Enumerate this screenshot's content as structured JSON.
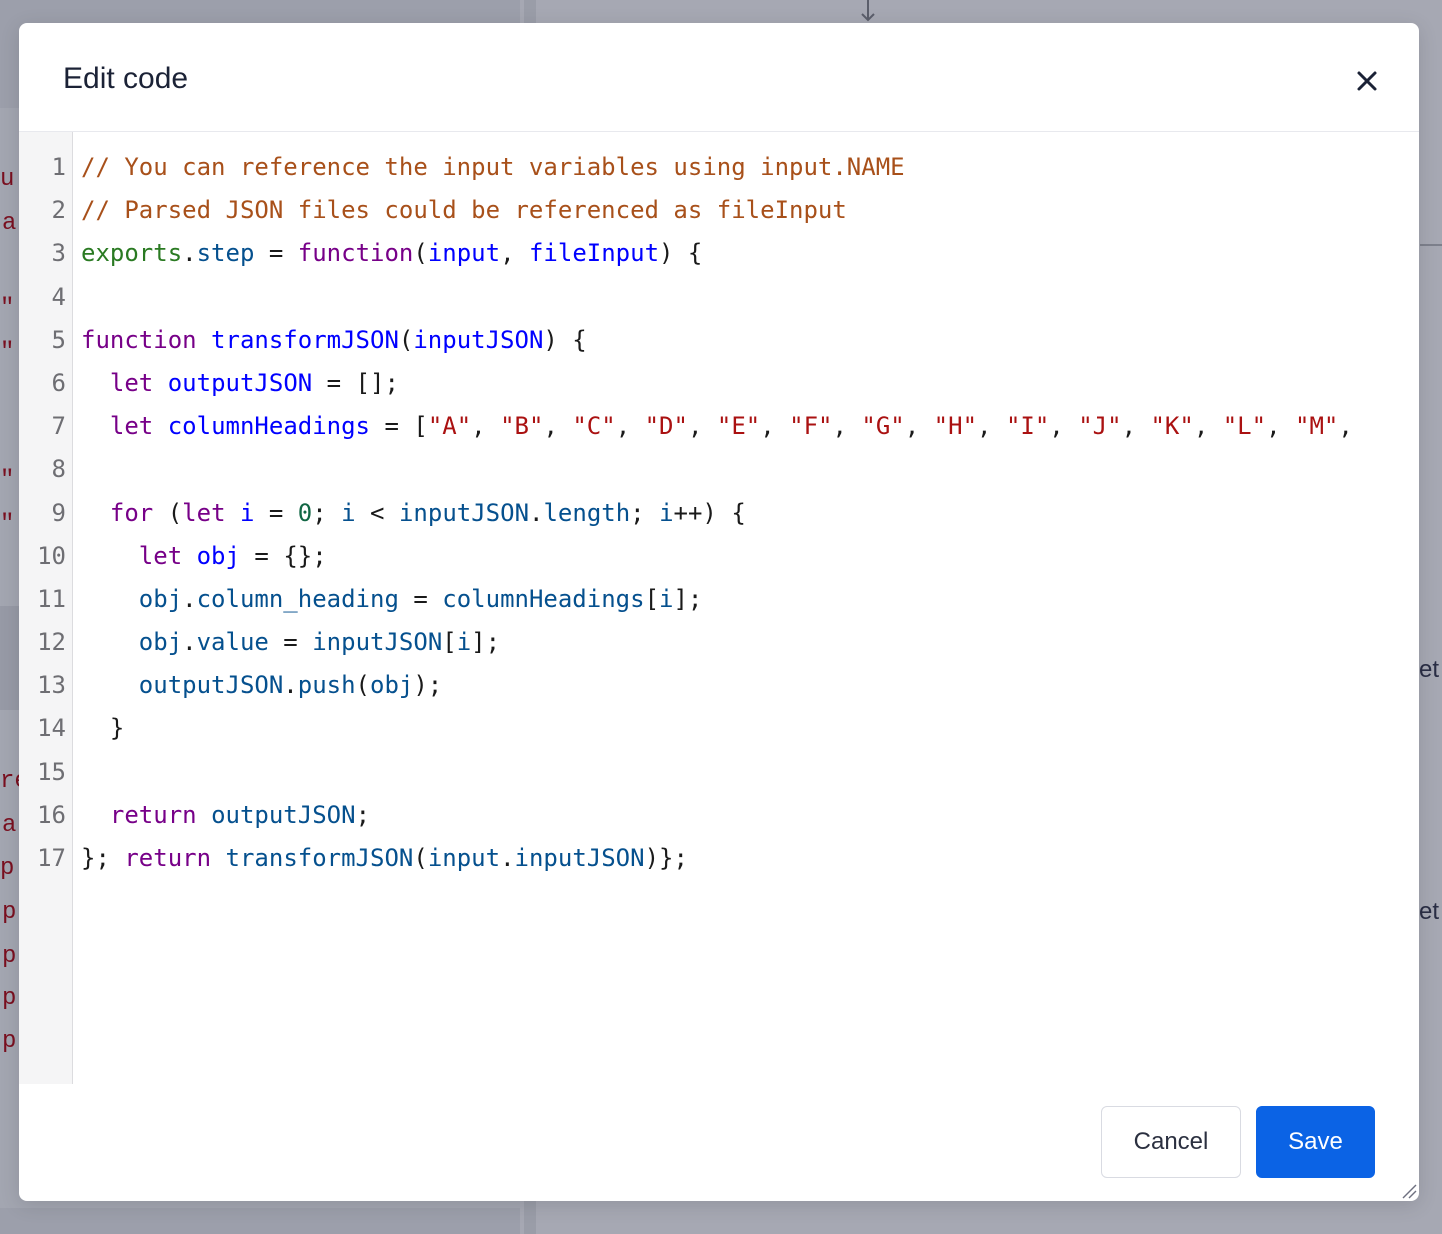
{
  "background": {
    "fragments_left": [
      "u",
      "a",
      "\"",
      "\"",
      "\"",
      "\"",
      "re",
      "a",
      "p",
      "p",
      "p",
      "p",
      "p"
    ],
    "fragments_right": [
      "et",
      "et"
    ]
  },
  "modal": {
    "title": "Edit code",
    "close_icon": "close-icon",
    "editor": {
      "line_numbers": [
        "1",
        "2",
        "3",
        "4",
        "5",
        "6",
        "7",
        "8",
        "9",
        "10",
        "11",
        "12",
        "13",
        "14",
        "15",
        "16",
        "17"
      ],
      "lines": [
        [
          {
            "c": "comment",
            "t": "// You can reference the input variables using input.NAME"
          }
        ],
        [
          {
            "c": "comment",
            "t": "// Parsed JSON files could be referenced as fileInput"
          }
        ],
        [
          {
            "c": "builtin",
            "t": "exports"
          },
          {
            "c": "plain",
            "t": "."
          },
          {
            "c": "prop",
            "t": "step"
          },
          {
            "c": "plain",
            "t": " = "
          },
          {
            "c": "kw",
            "t": "function"
          },
          {
            "c": "plain",
            "t": "("
          },
          {
            "c": "def",
            "t": "input"
          },
          {
            "c": "plain",
            "t": ", "
          },
          {
            "c": "def",
            "t": "fileInput"
          },
          {
            "c": "plain",
            "t": ") {"
          }
        ],
        [
          {
            "c": "plain",
            "t": " "
          }
        ],
        [
          {
            "c": "kw",
            "t": "function"
          },
          {
            "c": "plain",
            "t": " "
          },
          {
            "c": "def",
            "t": "transformJSON"
          },
          {
            "c": "plain",
            "t": "("
          },
          {
            "c": "def",
            "t": "inputJSON"
          },
          {
            "c": "plain",
            "t": ") {"
          }
        ],
        [
          {
            "c": "plain",
            "t": "  "
          },
          {
            "c": "kw",
            "t": "let"
          },
          {
            "c": "plain",
            "t": " "
          },
          {
            "c": "def",
            "t": "outputJSON"
          },
          {
            "c": "plain",
            "t": " = [];"
          }
        ],
        [
          {
            "c": "plain",
            "t": "  "
          },
          {
            "c": "kw",
            "t": "let"
          },
          {
            "c": "plain",
            "t": " "
          },
          {
            "c": "def",
            "t": "columnHeadings"
          },
          {
            "c": "plain",
            "t": " = ["
          },
          {
            "c": "str",
            "t": "\"A\""
          },
          {
            "c": "plain",
            "t": ", "
          },
          {
            "c": "str",
            "t": "\"B\""
          },
          {
            "c": "plain",
            "t": ", "
          },
          {
            "c": "str",
            "t": "\"C\""
          },
          {
            "c": "plain",
            "t": ", "
          },
          {
            "c": "str",
            "t": "\"D\""
          },
          {
            "c": "plain",
            "t": ", "
          },
          {
            "c": "str",
            "t": "\"E\""
          },
          {
            "c": "plain",
            "t": ", "
          },
          {
            "c": "str",
            "t": "\"F\""
          },
          {
            "c": "plain",
            "t": ", "
          },
          {
            "c": "str",
            "t": "\"G\""
          },
          {
            "c": "plain",
            "t": ", "
          },
          {
            "c": "str",
            "t": "\"H\""
          },
          {
            "c": "plain",
            "t": ", "
          },
          {
            "c": "str",
            "t": "\"I\""
          },
          {
            "c": "plain",
            "t": ", "
          },
          {
            "c": "str",
            "t": "\"J\""
          },
          {
            "c": "plain",
            "t": ", "
          },
          {
            "c": "str",
            "t": "\"K\""
          },
          {
            "c": "plain",
            "t": ", "
          },
          {
            "c": "str",
            "t": "\"L\""
          },
          {
            "c": "plain",
            "t": ", "
          },
          {
            "c": "str",
            "t": "\"M\""
          },
          {
            "c": "plain",
            "t": ","
          }
        ],
        [
          {
            "c": "plain",
            "t": " "
          }
        ],
        [
          {
            "c": "plain",
            "t": "  "
          },
          {
            "c": "kw",
            "t": "for"
          },
          {
            "c": "plain",
            "t": " ("
          },
          {
            "c": "kw",
            "t": "let"
          },
          {
            "c": "plain",
            "t": " "
          },
          {
            "c": "def",
            "t": "i"
          },
          {
            "c": "plain",
            "t": " = "
          },
          {
            "c": "num",
            "t": "0"
          },
          {
            "c": "plain",
            "t": "; "
          },
          {
            "c": "var",
            "t": "i"
          },
          {
            "c": "plain",
            "t": " < "
          },
          {
            "c": "var",
            "t": "inputJSON"
          },
          {
            "c": "plain",
            "t": "."
          },
          {
            "c": "prop",
            "t": "length"
          },
          {
            "c": "plain",
            "t": "; "
          },
          {
            "c": "var",
            "t": "i"
          },
          {
            "c": "plain",
            "t": "++) {"
          }
        ],
        [
          {
            "c": "plain",
            "t": "    "
          },
          {
            "c": "kw",
            "t": "let"
          },
          {
            "c": "plain",
            "t": " "
          },
          {
            "c": "def",
            "t": "obj"
          },
          {
            "c": "plain",
            "t": " = {};"
          }
        ],
        [
          {
            "c": "plain",
            "t": "    "
          },
          {
            "c": "var",
            "t": "obj"
          },
          {
            "c": "plain",
            "t": "."
          },
          {
            "c": "prop",
            "t": "column_heading"
          },
          {
            "c": "plain",
            "t": " = "
          },
          {
            "c": "var",
            "t": "columnHeadings"
          },
          {
            "c": "plain",
            "t": "["
          },
          {
            "c": "var",
            "t": "i"
          },
          {
            "c": "plain",
            "t": "];"
          }
        ],
        [
          {
            "c": "plain",
            "t": "    "
          },
          {
            "c": "var",
            "t": "obj"
          },
          {
            "c": "plain",
            "t": "."
          },
          {
            "c": "prop",
            "t": "value"
          },
          {
            "c": "plain",
            "t": " = "
          },
          {
            "c": "var",
            "t": "inputJSON"
          },
          {
            "c": "plain",
            "t": "["
          },
          {
            "c": "var",
            "t": "i"
          },
          {
            "c": "plain",
            "t": "];"
          }
        ],
        [
          {
            "c": "plain",
            "t": "    "
          },
          {
            "c": "var",
            "t": "outputJSON"
          },
          {
            "c": "plain",
            "t": "."
          },
          {
            "c": "prop",
            "t": "push"
          },
          {
            "c": "plain",
            "t": "("
          },
          {
            "c": "var",
            "t": "obj"
          },
          {
            "c": "plain",
            "t": ");"
          }
        ],
        [
          {
            "c": "plain",
            "t": "  }"
          }
        ],
        [
          {
            "c": "plain",
            "t": " "
          }
        ],
        [
          {
            "c": "plain",
            "t": "  "
          },
          {
            "c": "kw",
            "t": "return"
          },
          {
            "c": "plain",
            "t": " "
          },
          {
            "c": "var",
            "t": "outputJSON"
          },
          {
            "c": "plain",
            "t": ";"
          }
        ],
        [
          {
            "c": "plain",
            "t": "}; "
          },
          {
            "c": "kw",
            "t": "return"
          },
          {
            "c": "plain",
            "t": " "
          },
          {
            "c": "var",
            "t": "transformJSON"
          },
          {
            "c": "plain",
            "t": "("
          },
          {
            "c": "var",
            "t": "input"
          },
          {
            "c": "plain",
            "t": "."
          },
          {
            "c": "prop",
            "t": "inputJSON"
          },
          {
            "c": "plain",
            "t": ")};"
          }
        ]
      ]
    },
    "footer": {
      "cancel_label": "Cancel",
      "save_label": "Save"
    }
  },
  "colors": {
    "primary": "#0b63e5",
    "overlay": "#a6a8b3",
    "title": "#1b2236",
    "comment": "#a8501a",
    "keyword": "#770088",
    "definition": "#0000ff",
    "variable": "#05508e",
    "string": "#aa1111",
    "number": "#116644"
  }
}
